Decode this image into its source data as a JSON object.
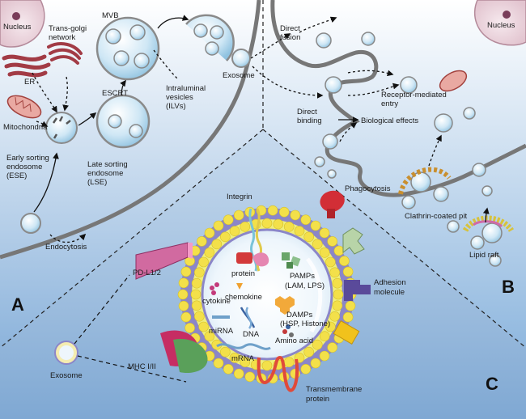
{
  "panels": {
    "a": "A",
    "b": "B",
    "c": "C"
  },
  "panel_a": {
    "nucleus": "Nucleus",
    "trans_golgi_1": "Trans-golgi",
    "trans_golgi_2": "network",
    "er": "ER",
    "mitochondria": "Mitochondria",
    "mvb": "MVB",
    "escrt": "ESCRT",
    "ilv_1": "Intraluminal",
    "ilv_2": "vesicles",
    "ilv_3": "(ILVs)",
    "exosome": "Exosome",
    "lse_1": "Late sorting",
    "lse_2": "endosome",
    "lse_3": "(LSE)",
    "ese_1": "Early sorting",
    "ese_2": "endosome",
    "ese_3": "(ESE)",
    "endocytosis": "Endocytosis"
  },
  "panel_b": {
    "nucleus": "Nucleus",
    "direct_fusion_1": "Direct",
    "direct_fusion_2": "fusion",
    "receptor_1": "Receptor-mediated",
    "receptor_2": "entry",
    "direct_binding_1": "Direct",
    "direct_binding_2": "binding",
    "biological_effects": "Biological effects",
    "phagocytosis": "Phagocytosis",
    "clathrin": "Clathrin-coated pit",
    "lipid_raft": "Lipid raft"
  },
  "panel_c": {
    "integrin": "Integrin",
    "protein": "protein",
    "pamps_1": "PAMPs",
    "pamps_2": "(LAM, LPS)",
    "pdl": "PD-L1/2",
    "cytokine": "cytokine",
    "chemokine": "chemokine",
    "damps_1": "DAMPs",
    "damps_2": "(HSP, Histone)",
    "mirna": "miRNA",
    "dna": "DNA",
    "amino_acid": "Amino acid",
    "mrna": "mRNA",
    "mhc": "MHC I/II",
    "exosome": "Exosome",
    "adhesion_1": "Adhesion",
    "adhesion_2": "molecule",
    "transmembrane_1": "Transmembrane",
    "transmembrane_2": "protein"
  },
  "colors": {
    "cell_bg_top": "#ffffff",
    "cell_bg_bottom": "#8fb6dd",
    "membrane": "#7a7a7a",
    "lipid_head": "#f3e04a",
    "lipid_ring": "#8b86c8",
    "vesicle": "#bfe0f2"
  }
}
